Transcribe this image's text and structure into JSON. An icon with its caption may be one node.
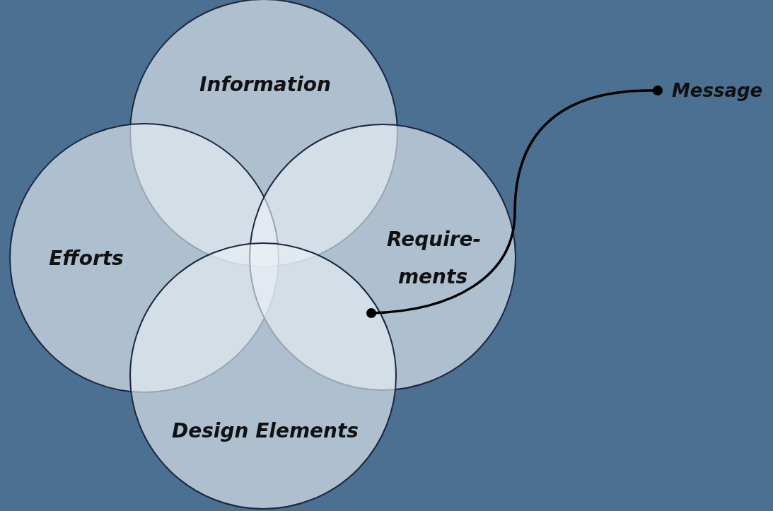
{
  "diagram": {
    "nodes": [
      {
        "text": [
          "Information"
        ]
      },
      {
        "text": [
          "Efforts"
        ]
      },
      {
        "text": [
          "Require- ments"
        ]
      },
      {
        "text": [
          "Design Elements"
        ]
      },
      {
        "text": [
          "Message"
        ]
      }
    ],
    "edges": [
      {
        "from": 4,
        "to": 2,
        "arrow": "other"
      }
    ]
  }
}
